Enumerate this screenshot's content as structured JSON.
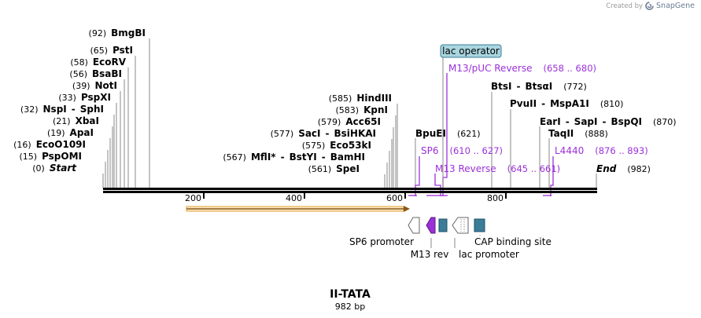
{
  "credit": {
    "prefix": "Created by",
    "brand": "SnapGene"
  },
  "map": {
    "name": "II-TATA",
    "length_label": "982 bp"
  },
  "ruler": {
    "ticks": [
      "200",
      "400",
      "600",
      "800"
    ]
  },
  "sites_left": [
    {
      "pos": "(92)",
      "name": "BmgBI"
    },
    {
      "pos": "(65)",
      "name": "PstI"
    },
    {
      "pos": "(58)",
      "name": "EcoRV"
    },
    {
      "pos": "(56)",
      "name": "BsaBI"
    },
    {
      "pos": "(39)",
      "name": "NotI"
    },
    {
      "pos": "(33)",
      "name": "PspXI"
    },
    {
      "pos": "(32)",
      "name": "NspI",
      "dash": "-",
      "name2": "SphI"
    },
    {
      "pos": "(21)",
      "name": "XbaI"
    },
    {
      "pos": "(19)",
      "name": "ApaI"
    },
    {
      "pos": "(16)",
      "name": "EcoO109I"
    },
    {
      "pos": "(15)",
      "name": "PspOMI"
    },
    {
      "pos": "(0)",
      "name": "Start"
    }
  ],
  "sites_mid": [
    {
      "pos": "(585)",
      "name": "HindIII"
    },
    {
      "pos": "(583)",
      "name": "KpnI"
    },
    {
      "pos": "(579)",
      "name": "Acc65I"
    },
    {
      "pos": "(577)",
      "name": "SacI",
      "dash": "-",
      "name2": "BsiHKAI"
    },
    {
      "pos": "(575)",
      "name": "Eco53kI"
    },
    {
      "pos": "(567)",
      "name": "MflI",
      "star": "*",
      "dash": "-",
      "name2": "BstYI",
      "dash2": "-",
      "name3": "BamHI"
    },
    {
      "pos": "(561)",
      "name": "SpeI"
    }
  ],
  "sites_right": [
    {
      "name": "BpuEI",
      "pos": "(621)"
    },
    {
      "name": "BtsI",
      "dash": "-",
      "name2": "BtsαI",
      "pos": "(772)"
    },
    {
      "name": "PvuII",
      "dash": "-",
      "name2": "MspA1I",
      "pos": "(810)"
    },
    {
      "name": "EarI",
      "dash": "-",
      "name2": "SapI",
      "dash2": "-",
      "name3": "BspQI",
      "pos": "(870)"
    },
    {
      "name": "TaqII",
      "pos": "(888)"
    },
    {
      "name": "End",
      "pos": "(982)"
    }
  ],
  "primers": [
    {
      "name": "M13/pUC Reverse",
      "range": "(658 .. 680)"
    },
    {
      "name": "SP6",
      "range": "(610 .. 627)"
    },
    {
      "name": "M13 Reverse",
      "range": "(645 .. 661)"
    },
    {
      "name": "L4440",
      "range": "(876 .. 893)"
    }
  ],
  "features": {
    "lac_operator": "lac operator",
    "sp6_promoter": "SP6 promoter",
    "m13_rev": "M13 rev",
    "lac_promoter": "lac promoter",
    "cap_site": "CAP binding site"
  },
  "colors": {
    "primer": "#9b30d9",
    "feature_teal": "#3a7d99",
    "operator_fill": "#a8d5df",
    "orf": "#e5a33a"
  }
}
